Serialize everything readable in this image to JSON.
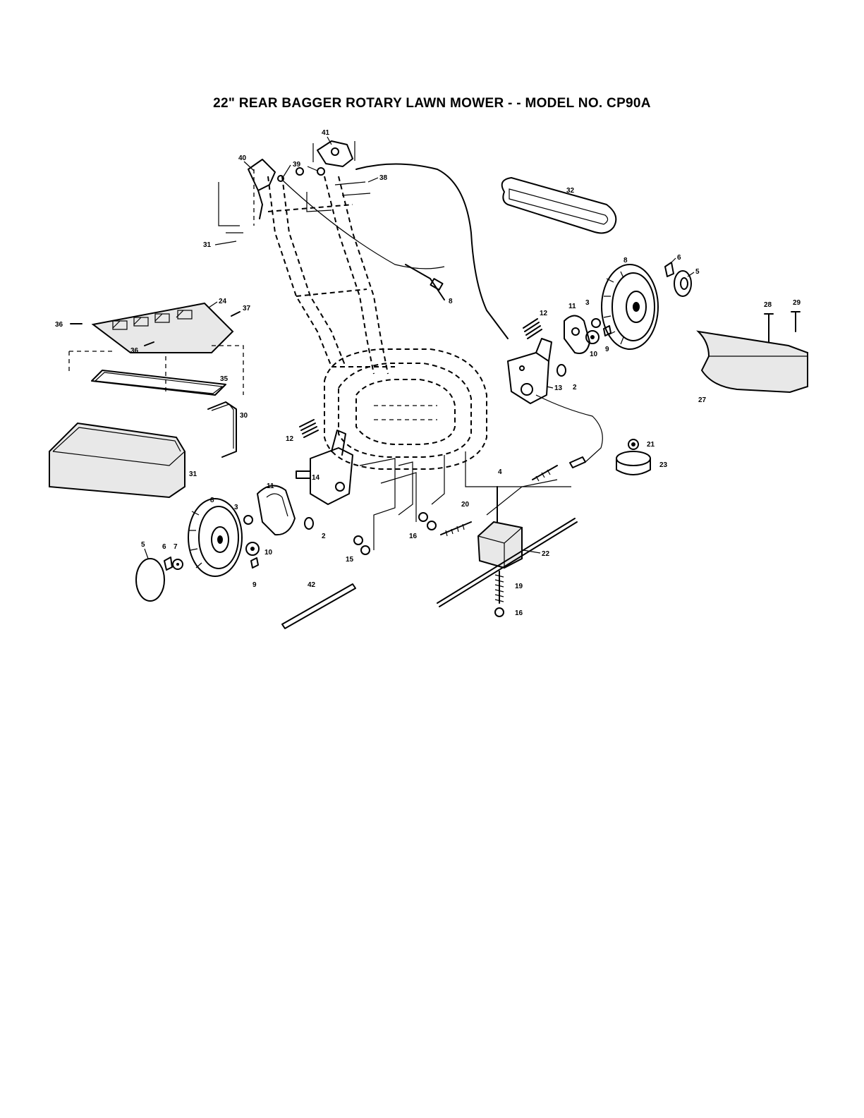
{
  "title": "22\" REAR BAGGER ROTARY LAWN MOWER - - MODEL NO. CP90A",
  "callouts": {
    "c41": "41",
    "c40": "40",
    "c39": "39",
    "c38": "38",
    "c32": "32",
    "c31a": "31",
    "c8a": "8",
    "c8b": "8",
    "c6a": "6",
    "c5a": "5",
    "c24": "24",
    "c37": "37",
    "c36a": "36",
    "c36b": "36",
    "c12a": "12",
    "c11a": "11",
    "c3a": "3",
    "c10a": "10",
    "c9a": "9",
    "c13": "13",
    "c2a": "2",
    "c28": "28",
    "c29": "29",
    "c27": "27",
    "c35": "35",
    "c30": "30",
    "c31b": "31",
    "c12b": "12",
    "c14": "14",
    "c11b": "11",
    "c4": "4",
    "c21": "21",
    "c23": "23",
    "c20": "20",
    "c16a": "16",
    "c15": "15",
    "c22": "22",
    "c8c": "8",
    "c3b": "3",
    "c2b": "2",
    "c10b": "10",
    "c9b": "9",
    "c5b": "5",
    "c6b": "6",
    "c7": "7",
    "c42": "42",
    "c19": "19",
    "c16b": "16"
  }
}
